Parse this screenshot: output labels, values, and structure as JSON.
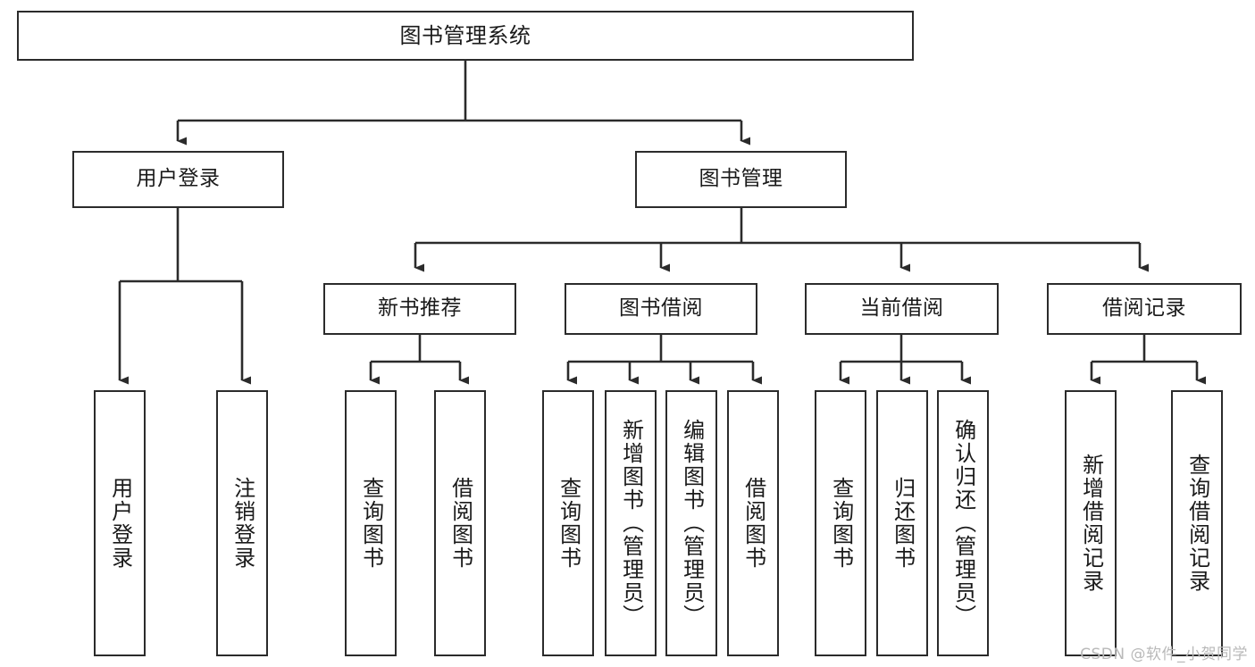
{
  "diagram": {
    "type": "tree",
    "title": "图书管理系统",
    "stroke_color": "#2b2b2b",
    "fill_color": "#ffffff",
    "nodes": {
      "root": {
        "label": "图书管理系统"
      },
      "level2": [
        {
          "label": "用户登录"
        },
        {
          "label": "图书管理"
        }
      ],
      "level3": [
        {
          "label": "新书推荐"
        },
        {
          "label": "图书借阅"
        },
        {
          "label": "当前借阅"
        },
        {
          "label": "借阅记录"
        }
      ],
      "leaves_user_login": [
        {
          "label": "用户登录"
        },
        {
          "label": "注销登录"
        }
      ],
      "leaves_new_book": [
        {
          "label": "查询图书"
        },
        {
          "label": "借阅图书"
        }
      ],
      "leaves_borrow": [
        {
          "label": "查询图书"
        },
        {
          "label": "新增图书（管理员）"
        },
        {
          "label": "编辑图书（管理员）"
        },
        {
          "label": "借阅图书"
        }
      ],
      "leaves_current": [
        {
          "label": "查询图书"
        },
        {
          "label": "归还图书"
        },
        {
          "label": "确认归还（管理员）"
        }
      ],
      "leaves_record": [
        {
          "label": "新增借阅记录"
        },
        {
          "label": "查询借阅记录"
        }
      ]
    }
  },
  "watermark": {
    "text": "CSDN @软件_小贺同学"
  }
}
